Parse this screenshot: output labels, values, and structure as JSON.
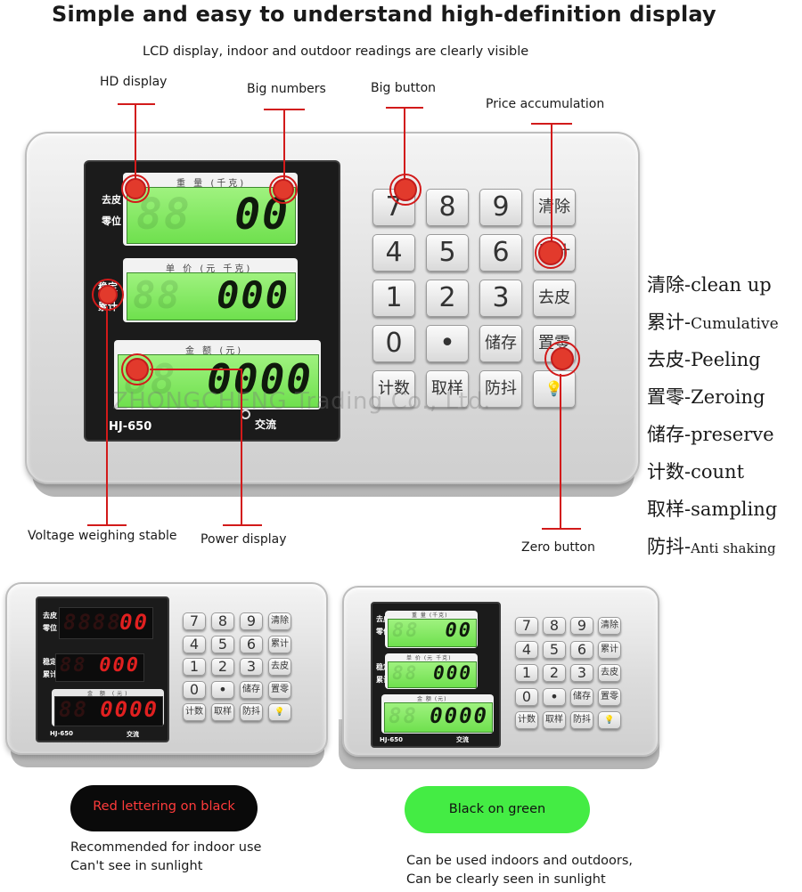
{
  "header": {
    "title": "Simple and easy to understand high-definition display",
    "subtitle": "LCD display, indoor and outdoor readings are clearly visible"
  },
  "callouts": {
    "hd_display": "HD display",
    "big_numbers": "Big numbers",
    "big_button": "Big button",
    "price_accumulation": "Price accumulation",
    "voltage_stable": "Voltage weighing stable",
    "power_display": "Power display",
    "zero_button": "Zero button"
  },
  "watermark": "ZHONGCHENG Trading Co., Ltd.",
  "scale": {
    "model": "HJ-650",
    "power_label": "交流",
    "side_labels": [
      "去皮",
      "零位",
      "稳定",
      "累计"
    ],
    "lcd_captions": [
      "重 量 (千克)",
      "单 价 (元 千克)",
      "金 额 (元)"
    ],
    "readings": [
      "00",
      "000",
      "0000"
    ],
    "keys": [
      [
        "7",
        "8",
        "9",
        "清除"
      ],
      [
        "4",
        "5",
        "6",
        "累计"
      ],
      [
        "1",
        "2",
        "3",
        "去皮"
      ],
      [
        "0",
        "•",
        "储存",
        "置零"
      ],
      [
        "计数",
        "取样",
        "防抖",
        "💡"
      ]
    ]
  },
  "glossary": [
    {
      "cn": "清除",
      "en": "clean up"
    },
    {
      "cn": "累计",
      "en": "Cumulative"
    },
    {
      "cn": "去皮",
      "en": "Peeling"
    },
    {
      "cn": "置零",
      "en": "Zeroing"
    },
    {
      "cn": "储存",
      "en": "preserve"
    },
    {
      "cn": "计数",
      "en": "count"
    },
    {
      "cn": "取样",
      "en": "sampling"
    },
    {
      "cn": "防抖",
      "en": "Anti shaking"
    }
  ],
  "variants": {
    "red": {
      "badge": "Red lettering on black",
      "note_1": "Recommended for indoor use",
      "note_2": "Can't see in sunlight"
    },
    "green": {
      "badge": "Black on green",
      "note_1": "Can be used indoors and outdoors,",
      "note_2": "Can be clearly seen in sunlight"
    }
  },
  "colors": {
    "accent_red": "#d21a1a",
    "lcd_green": "#7de85a",
    "badge_black": "#0a0a0a",
    "badge_green": "#44ec44",
    "red_text": "#ff3b3b"
  }
}
